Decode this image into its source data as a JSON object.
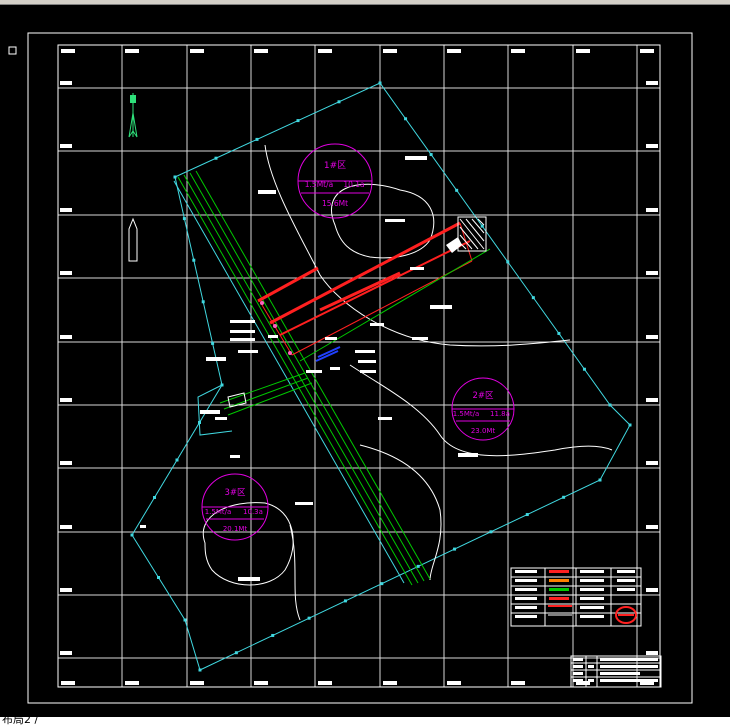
{
  "app": {
    "layout_tab_label": "布局2 /"
  },
  "drawing": {
    "zones": [
      {
        "id": "zone-1",
        "title": "1#区",
        "rate": "1.5Mt/a",
        "years": "10.1a",
        "reserve": "15.6Mt"
      },
      {
        "id": "zone-2",
        "title": "2#区",
        "rate": "1.5Mt/a",
        "years": "11.8a",
        "reserve": "23.0Mt"
      },
      {
        "id": "zone-3",
        "title": "3#区",
        "rate": "1.5Mt/a",
        "years": "10.3a",
        "reserve": "20.1Mt"
      }
    ]
  },
  "colors": {
    "background": "#000000",
    "grid": "#ffffff",
    "boundary": "#40d8e0",
    "railway": "#00c800",
    "conveyor": "#ff2020",
    "zone_label": "#e000e0",
    "pit_outline": "#ffffff",
    "blue_feature": "#2040ff"
  }
}
